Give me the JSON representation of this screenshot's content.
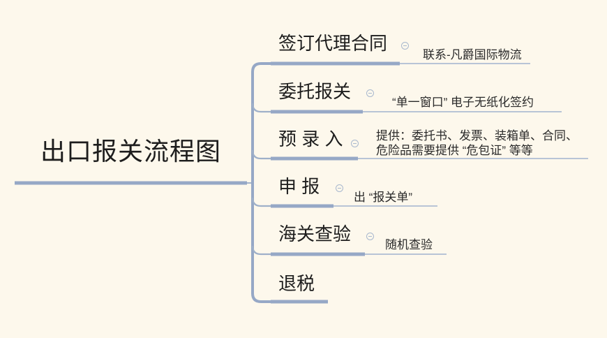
{
  "colors": {
    "background": "#fdf8ec",
    "line_primary": "#96a8c6",
    "line_secondary": "#aebdd3",
    "text_primary": "#1d1d1d",
    "text_secondary": "#2a2a2a",
    "icon_stroke": "#a8b8ce"
  },
  "main_topic": {
    "label": "出口报关流程图"
  },
  "branches": [
    {
      "label": "签订代理合同",
      "collapse_icon": "minus-circle-icon",
      "note": "联系-凡爵国际物流"
    },
    {
      "label": "委托报关",
      "collapse_icon": "minus-circle-icon",
      "note": "“单一窗口” 电子无纸化签约"
    },
    {
      "label": "预 录 入",
      "collapse_icon": "minus-circle-icon",
      "note": "提供：委托书、发票、装箱单、合同、\n危险品需要提供 “危包证” 等等"
    },
    {
      "label": "申 报",
      "collapse_icon": "minus-circle-icon",
      "note": "出 “报关单”"
    },
    {
      "label": "海关查验",
      "collapse_icon": "minus-circle-icon",
      "note": "随机查验"
    },
    {
      "label": "退税",
      "collapse_icon": null,
      "note": null
    }
  ]
}
